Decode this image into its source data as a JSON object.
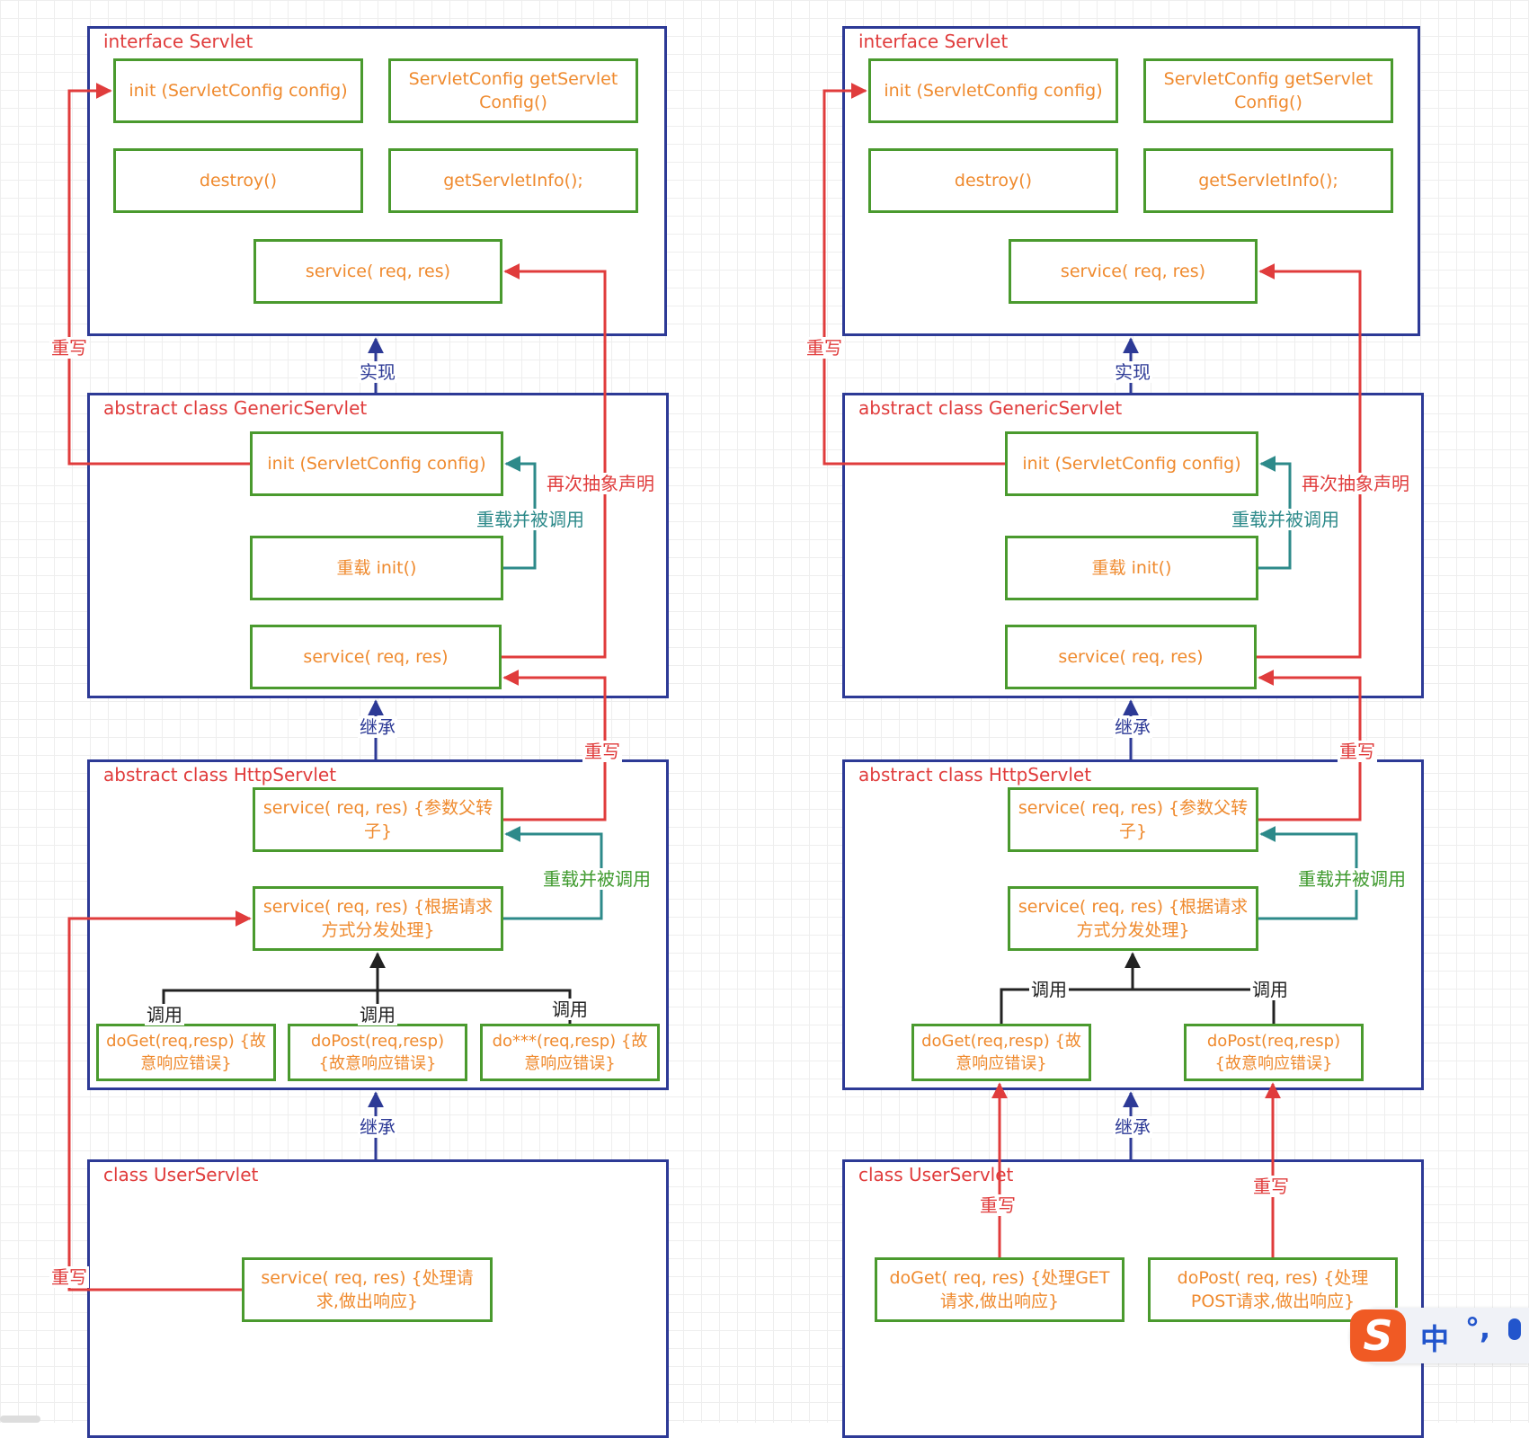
{
  "colors": {
    "class_border": "#2d3a96",
    "method_border": "#4a9a2e",
    "method_text": "#ef8a2e",
    "override_red": "#e03c3c",
    "overload_teal": "#2d8a8a",
    "call_black": "#222222"
  },
  "left": {
    "servlet": {
      "title": "interface Servlet",
      "init": "init (ServletConfig config)",
      "getconfig": "ServletConfig getServlet Config()",
      "destroy": "destroy()",
      "info": "getServletInfo();",
      "service": "service( req,  res)"
    },
    "generic": {
      "title": "abstract class GenericServlet",
      "init": "init (ServletConfig config)",
      "reinit": "重载 init()",
      "service": "service( req,  res)"
    },
    "http": {
      "title": "abstract class HttpServlet",
      "service1": "service( req,  res) {参数父转子}",
      "service2": "service( req,  res) {根据请求方式分发处理}",
      "doget": "doGet(req,resp) {故意响应错误}",
      "dopost": "doPost(req,resp) {故意响应错误}",
      "doany": "do***(req,resp) {故意响应错误}"
    },
    "user": {
      "title": "class UserServlet",
      "service": "service( req,  res) {处理请求,做出响应}"
    },
    "labels": {
      "implement": "实现",
      "extends1": "继承",
      "extends2": "继承",
      "override_init": "重写",
      "abstract_again": "再次抽象声明",
      "overload_generic": "重载并被调用",
      "override_service": "重写",
      "overload_http": "重载并被调用",
      "call1": "调用",
      "call2": "调用",
      "call3": "调用",
      "override_user": "重写"
    }
  },
  "right": {
    "servlet": {
      "title": "interface Servlet",
      "init": "init (ServletConfig config)",
      "getconfig": "ServletConfig getServlet Config()",
      "destroy": "destroy()",
      "info": "getServletInfo();",
      "service": "service( req,  res)"
    },
    "generic": {
      "title": "abstract class GenericServlet",
      "init": "init (ServletConfig config)",
      "reinit": "重载 init()",
      "service": "service( req,  res)"
    },
    "http": {
      "title": "abstract class HttpServlet",
      "service1": "service( req,  res) {参数父转子}",
      "service2": "service( req,  res) {根据请求方式分发处理}",
      "doget": "doGet(req,resp) {故意响应错误}",
      "dopost": "doPost(req,resp) {故意响应错误}"
    },
    "user": {
      "title": "class UserServlet",
      "doget": "doGet( req,  res) {处理GET请求,做出响应}",
      "dopost": "doPost( req,  res) {处理POST请求,做出响应}"
    },
    "labels": {
      "implement": "实现",
      "extends1": "继承",
      "extends2": "继承",
      "override_init": "重写",
      "abstract_again": "再次抽象声明",
      "overload_generic": "重载并被调用",
      "override_service": "重写",
      "overload_http": "重载并被调用",
      "call1": "调用",
      "call2": "调用",
      "override_doget": "重写",
      "override_dopost": "重写"
    }
  },
  "ime": {
    "logo": "S",
    "lang": "中",
    "punct": "°,"
  }
}
